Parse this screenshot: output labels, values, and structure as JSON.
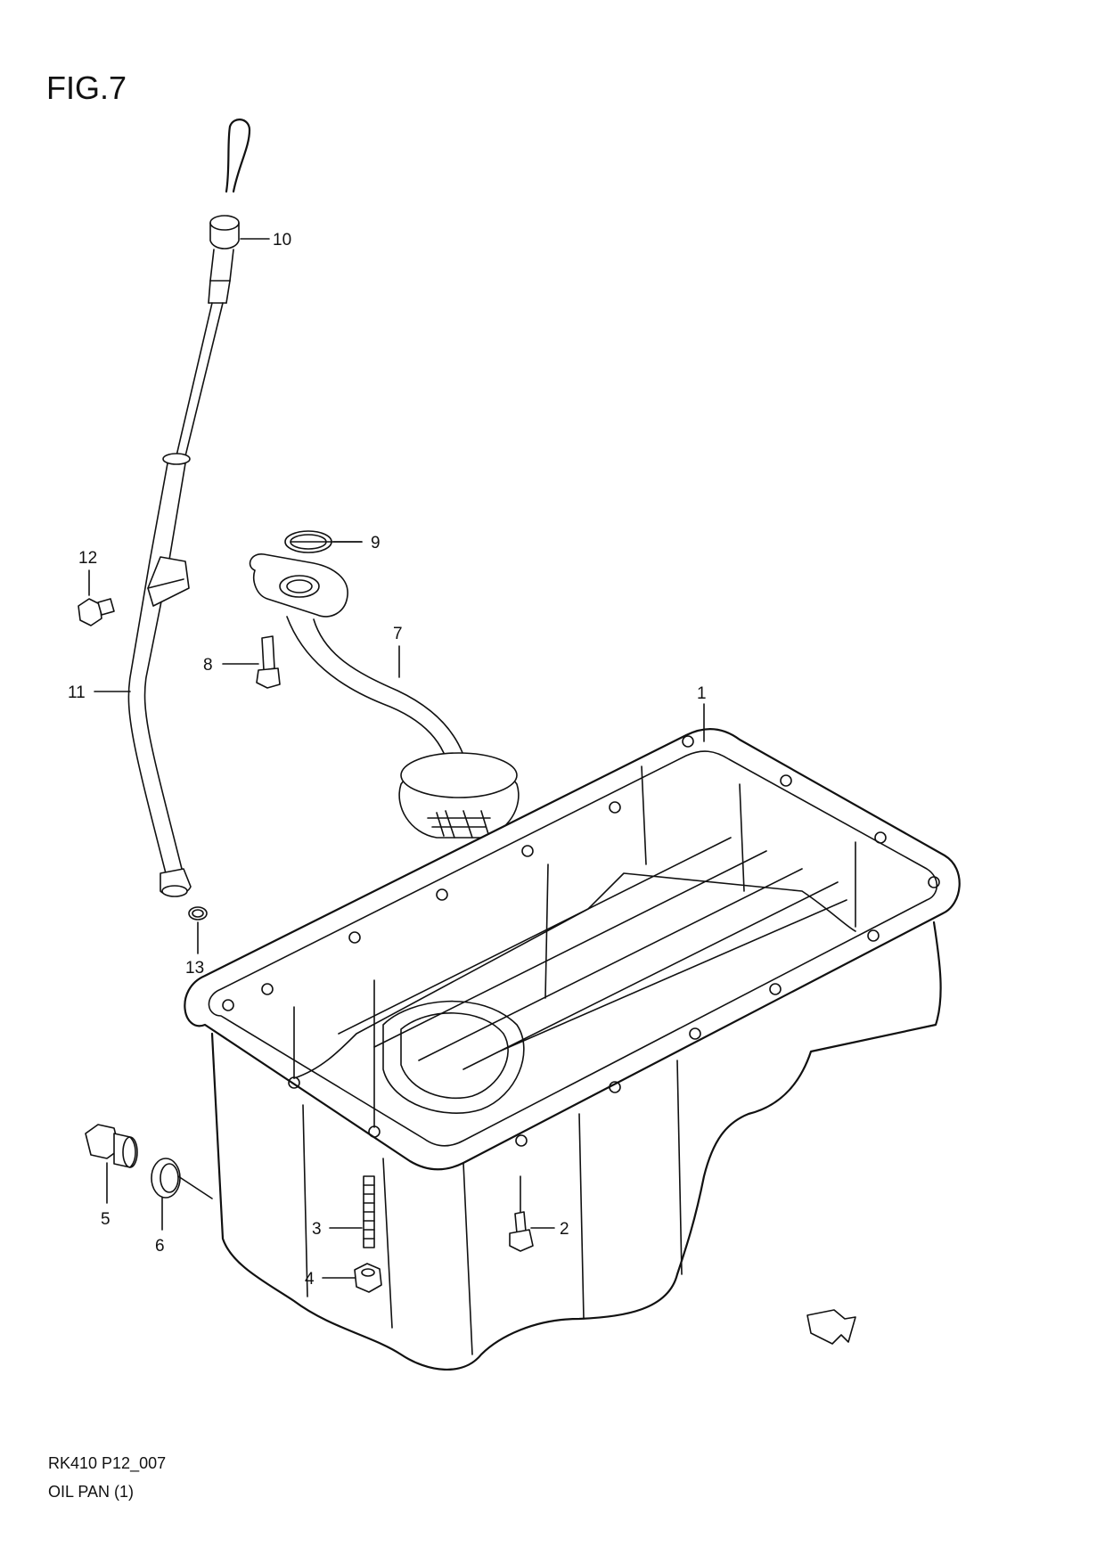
{
  "figure": {
    "title": "FIG.7",
    "code": "RK410 P12_007",
    "name": "OIL PAN (1)"
  },
  "callouts": [
    {
      "id": "1",
      "part": "oil-pan"
    },
    {
      "id": "2",
      "part": "bolt"
    },
    {
      "id": "3",
      "part": "stud"
    },
    {
      "id": "4",
      "part": "nut"
    },
    {
      "id": "5",
      "part": "drain-plug"
    },
    {
      "id": "6",
      "part": "gasket-ring"
    },
    {
      "id": "7",
      "part": "oil-strainer"
    },
    {
      "id": "8",
      "part": "bolt"
    },
    {
      "id": "9",
      "part": "o-ring"
    },
    {
      "id": "10",
      "part": "dipstick"
    },
    {
      "id": "11",
      "part": "dipstick-guide"
    },
    {
      "id": "12",
      "part": "bolt"
    },
    {
      "id": "13",
      "part": "o-ring"
    }
  ],
  "direction_marker": "FWD",
  "colors": {
    "ink": "#111111",
    "paper": "#ffffff"
  }
}
